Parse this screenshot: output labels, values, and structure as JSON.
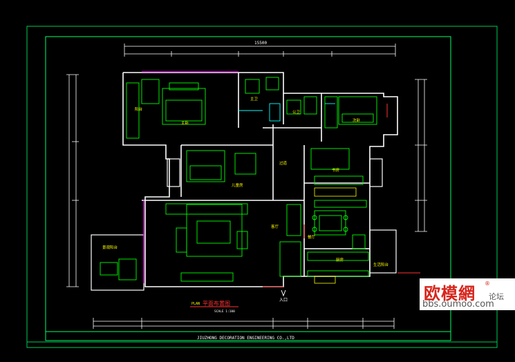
{
  "drawing": {
    "plan_title": "平面布置图",
    "plan_prefix": "PLAN",
    "scale": "SCALE 1:100",
    "company": "JIUZHONG DECORATION ENGINEERING CO.,LTD",
    "entrance": "入口",
    "overall_width_dim": "15500",
    "rooms": {
      "master_bedroom": "主卧",
      "bath_1": "主卫",
      "bath_2": "公卫",
      "bedroom_2": "次卧",
      "bedroom_3": "儿童房",
      "corridor": "过道",
      "study": "书房",
      "living": "客厅",
      "dining": "餐厅",
      "kitchen": "厨房",
      "balcony_1": "阳台",
      "balcony_2": "景观阳台",
      "utility": "生活阳台"
    }
  },
  "watermark": {
    "brand": "欧模網",
    "registered": "®",
    "forum": "论坛",
    "url": "bbs.oumoo.com"
  },
  "colors": {
    "background": "#000000",
    "wall": "#ffffff",
    "frame": "#00ff66",
    "furniture": "#00ff00",
    "dimension": "#ffffff",
    "accent": "#ff3333",
    "cyan": "#00ffff",
    "magenta": "#ff00ff",
    "yellow": "#ffff00"
  }
}
